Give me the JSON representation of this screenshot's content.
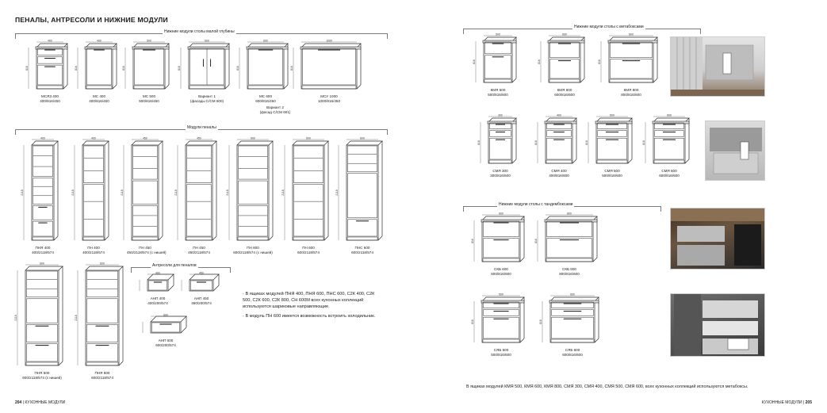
{
  "left_page": {
    "title": "ПЕНАЛЫ, АНТРЕСОЛИ И НИЖНИЕ МОДУЛИ",
    "section_shallow": "Нижние модули столы малой глубины",
    "section_tall": "Модули пеналы",
    "section_mezz": "Антресоли для пеналов",
    "folio": "204",
    "folio_label": "КУХОННЫЕ МОДУЛИ",
    "shallow": [
      {
        "name": "МСЯ3 400",
        "dims": "400/816/450",
        "w": "400",
        "h": "816"
      },
      {
        "name": "МС 400",
        "dims": "400/816/450",
        "w": "400",
        "h": "816"
      },
      {
        "name": "МС 500",
        "dims": "500/816/450",
        "w": "500",
        "h": "816"
      },
      {
        "name": "Вариант 1",
        "dims": "(фасады С/СМ 600)",
        "w": "600",
        "h": "816"
      },
      {
        "name": "МС 600",
        "dims": "600/816/450",
        "w": "600",
        "h": "816"
      },
      {
        "name": "Вариант 2",
        "dims": "(фасад С/СМ 601)",
        "w": "600",
        "h": "816"
      },
      {
        "name": "МСУ 1000",
        "dims": "1000/816/450",
        "w": "1000",
        "h": "816"
      }
    ],
    "tall": [
      {
        "name": "ПНЯ 400",
        "dims": "400/2118/574",
        "w": "400",
        "h": "2118"
      },
      {
        "name": "ПН 400",
        "dims": "400/2118/574",
        "w": "400",
        "h": "2118"
      },
      {
        "name": "ПН 450",
        "dims": "450/2118/574 (с нишей)",
        "w": "450",
        "h": "2118"
      },
      {
        "name": "ПН 450",
        "dims": "450/2118/574",
        "w": "450",
        "h": "2118"
      },
      {
        "name": "ПН 600",
        "dims": "600/2118/574 (с нишей)",
        "w": "600",
        "h": "2118"
      },
      {
        "name": "ПН 600",
        "dims": "600/2118/574",
        "w": "600",
        "h": "2118"
      },
      {
        "name": "ПНС 600",
        "dims": "600/2118/574",
        "w": "600",
        "h": "2118"
      }
    ],
    "tall2": [
      {
        "name": "ПНЯ 600",
        "dims": "600/2118/574 (с нишей)",
        "w": "600",
        "h": "2118"
      },
      {
        "name": "ПНЯ 600",
        "dims": "600/2118/574",
        "w": "600",
        "h": "2118"
      }
    ],
    "mezz": [
      {
        "name": "АНП 400",
        "dims": "400/200/574",
        "w": "400"
      },
      {
        "name": "АНП 450",
        "dims": "450/200/574",
        "w": "450"
      },
      {
        "name": "АНП 600",
        "dims": "600/200/574",
        "w": "600"
      }
    ],
    "notes": [
      "В ящиках модулей ПНЯ 400, ПНЯ 600, ПНС 600, С2К 400, С2К 500, С2К 600, С2К 800, СН 600М всех кухонных коллекций используются шариковые направляющие.",
      "В модуль ПН 600 имеется возможность встроить холодильник."
    ],
    "bullet": "-"
  },
  "right_page": {
    "section_meta": "Нижние модули столы с метабоксами",
    "section_tandem": "Нижние модули столы с тандембоксами",
    "folio": "205",
    "folio_label": "КУХОННЫЕ МОДУЛИ",
    "bottom_note": "В ящиках модулей КМЯ 500, КМЯ 600, КМЯ 800, СМЯ 300, СМЯ 400, СМЯ 500, СМЯ 600, всех кухонных коллекций используются метабоксы.",
    "meta_row1": [
      {
        "name": "КМЯ 500",
        "dims": "500/816/600",
        "w": "500"
      },
      {
        "name": "КМЯ 600",
        "dims": "600/816/600",
        "w": "600"
      },
      {
        "name": "КМЯ 800",
        "dims": "800/816/600",
        "w": "800"
      }
    ],
    "meta_row2": [
      {
        "name": "СМЯ 300",
        "dims": "300/816/600",
        "w": "300"
      },
      {
        "name": "СМЯ 400",
        "dims": "400/816/600",
        "w": "400"
      },
      {
        "name": "СМЯ 500",
        "dims": "500/816/600",
        "w": "500"
      },
      {
        "name": "СМЯ 600",
        "dims": "600/816/600",
        "w": "600"
      }
    ],
    "tandem_row1": [
      {
        "name": "СКБ 600",
        "dims": "600/816/600",
        "w": "600"
      },
      {
        "name": "СКБ 800",
        "dims": "800/816/600",
        "w": "800"
      }
    ],
    "tandem_row2": [
      {
        "name": "СЯБ 500",
        "dims": "500/816/600",
        "w": "500"
      },
      {
        "name": "СЯБ 600",
        "dims": "600/816/600",
        "w": "600"
      }
    ],
    "h_label": "816",
    "photo_dims": [
      "180",
      "83"
    ]
  },
  "colors": {
    "line": "#2b2b2b",
    "dim": "#555555",
    "accent": "#e06c23"
  }
}
